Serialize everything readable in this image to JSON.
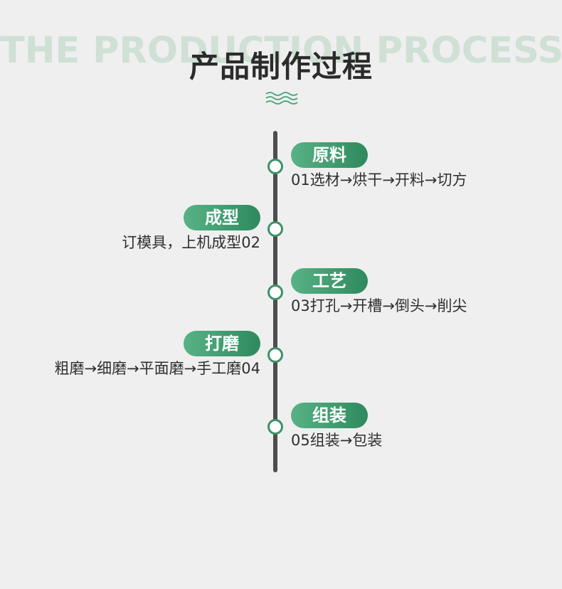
{
  "header": {
    "bg_title": "THE PRODUCTION PROCESS",
    "title": "产品制作过程"
  },
  "colors": {
    "accent": "#3d9269",
    "pill_gradient_start": "#58b286",
    "pill_gradient_end": "#2e8a5e",
    "line": "#4d4d4d",
    "background": "#efefef"
  },
  "steps": [
    {
      "label": "原料",
      "desc": "01选材→烘干→开料→切方"
    },
    {
      "label": "成型",
      "desc": "订模具，上机成型02"
    },
    {
      "label": "工艺",
      "desc": "03打孔→开槽→倒头→削尖"
    },
    {
      "label": "打磨",
      "desc": "粗磨→细磨→平面磨→手工磨04"
    },
    {
      "label": "组装",
      "desc": "05组装→包装"
    }
  ]
}
